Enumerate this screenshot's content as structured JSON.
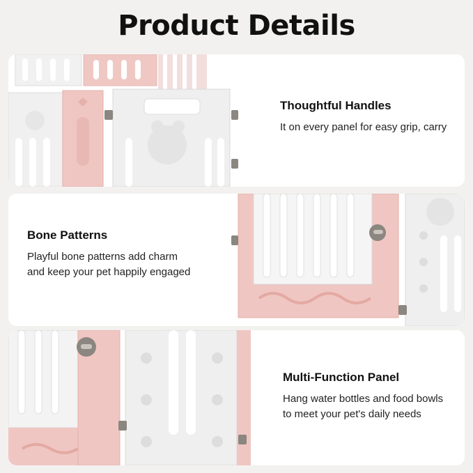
{
  "page": {
    "title": "Product Details"
  },
  "features": [
    {
      "title": "Thoughtful Handles",
      "description": "It on every panel for easy grip, carry"
    },
    {
      "title": "Bone Patterns",
      "description": "Playful bone patterns add charm and keep your pet happily engaged"
    },
    {
      "title": "Multi-Function Panel",
      "description": "Hang water bottles and food bowls to meet your pet's daily needs"
    }
  ],
  "colors": {
    "background": "#f3f1ef",
    "card": "#ffffff",
    "panel_pink": "#f0c6c2",
    "panel_white": "#eeeeee",
    "latch_grey": "#8b8680"
  }
}
